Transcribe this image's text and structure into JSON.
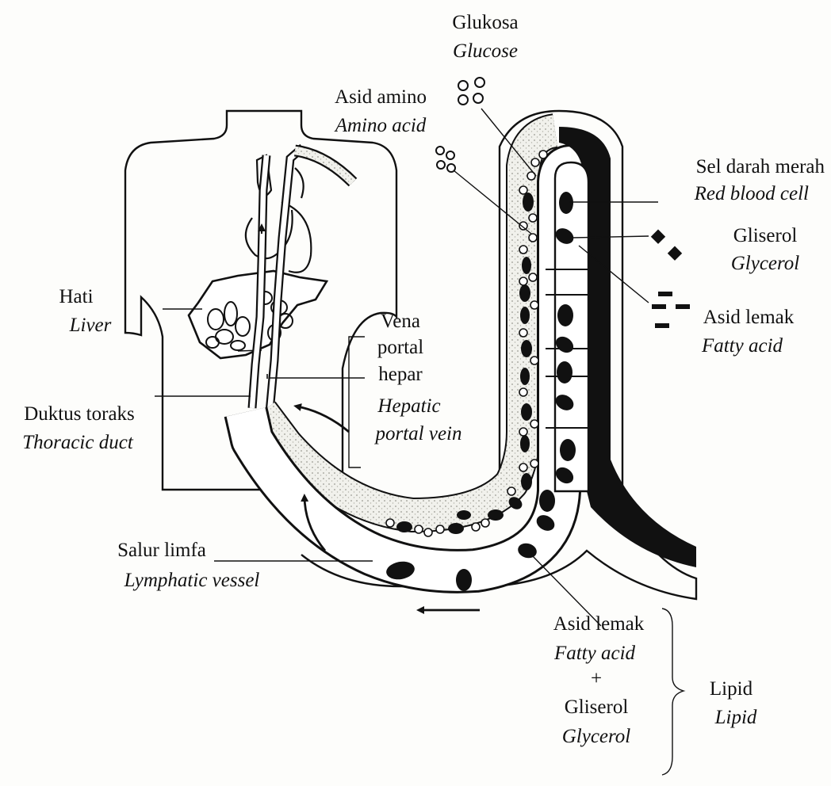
{
  "labels": {
    "glucose": {
      "ms": "Glukosa",
      "en": "Glucose"
    },
    "amino_acid": {
      "ms": "Asid amino",
      "en": "Amino acid"
    },
    "red_blood_cell": {
      "ms": "Sel darah merah",
      "en": "Red blood cell"
    },
    "glycerol_top": {
      "ms": "Gliserol",
      "en": "Glycerol"
    },
    "fatty_acid_top": {
      "ms": "Asid lemak",
      "en": "Fatty acid"
    },
    "liver": {
      "ms": "Hati",
      "en": "Liver"
    },
    "portal_vein": {
      "ms": [
        "Vena",
        "portal",
        "hepar"
      ],
      "en": [
        "Hepatic",
        "portal vein"
      ]
    },
    "thoracic_duct": {
      "ms": "Duktus toraks",
      "en": "Thoracic duct"
    },
    "lymph_vessel": {
      "ms": "Salur limfa",
      "en": "Lymphatic vessel"
    },
    "fatty_acid_bottom": {
      "ms": "Asid lemak",
      "en": "Fatty acid"
    },
    "plus": "+",
    "glycerol_bottom": {
      "ms": "Gliserol",
      "en": "Glycerol"
    },
    "lipid": {
      "ms": "Lipid",
      "en": "Lipid"
    }
  },
  "colors": {
    "ink": "#111111",
    "paper": "#fdfdfb",
    "stipple": "#e9e9e4",
    "vessel_fill": "#ffffff"
  }
}
